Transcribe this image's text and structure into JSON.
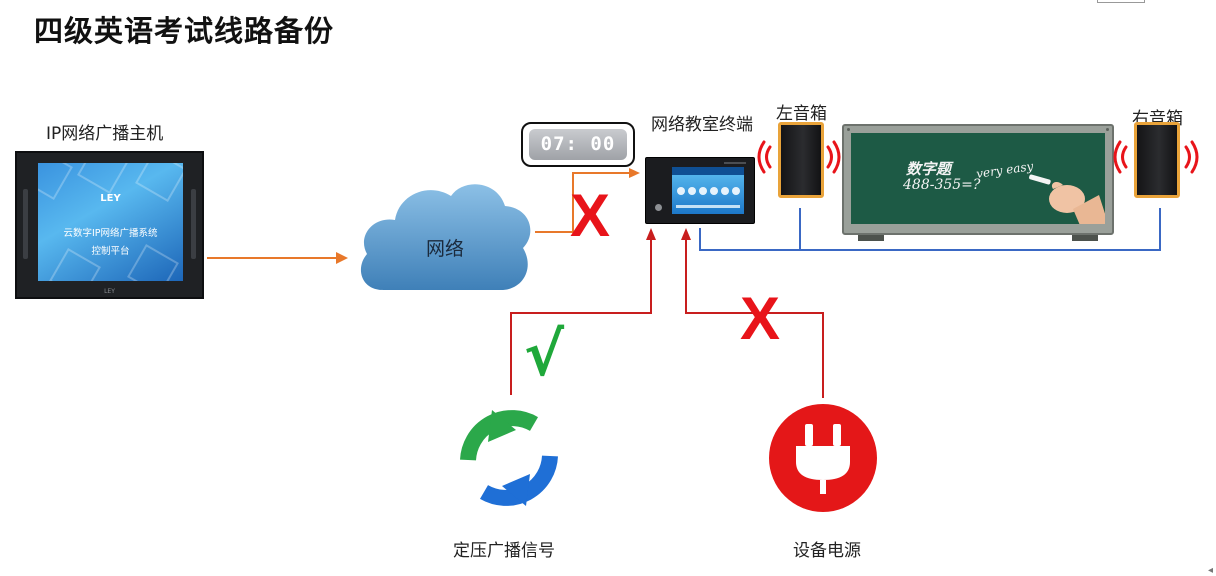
{
  "page": {
    "title": "四级英语考试线路备份"
  },
  "labels": {
    "host": "IP网络广播主机",
    "network": "网络",
    "terminal": "网络教室终端",
    "left_speaker": "左音箱",
    "right_speaker": "右音箱",
    "fixed_voltage": "定压广播信号",
    "power": "设备电源"
  },
  "host_screen": {
    "brand": "LEY",
    "line1": "云数字IP网络广播系统",
    "line2": "控制平台"
  },
  "clock": {
    "time": "07: 00"
  },
  "blackboard": {
    "chalk_title": "数字题",
    "chalk_equation": "488-355=?",
    "chalk_note": "very easy"
  },
  "marks": {
    "network_path": "X",
    "broadcast_path": "√",
    "power_path": "X"
  },
  "colors": {
    "network_line": "#e8782a",
    "backup_line": "#c81e1e",
    "speaker_line": "#3a68c4",
    "cross_mark": "#e8141a",
    "check_mark": "#1fa83a",
    "cloud": "#4f92c8",
    "power_icon_bg": "#e41718"
  },
  "icons": {
    "cloud": "cloud-icon",
    "broadcast_signal": "refresh-cycle-icon",
    "power": "power-plug-icon"
  }
}
